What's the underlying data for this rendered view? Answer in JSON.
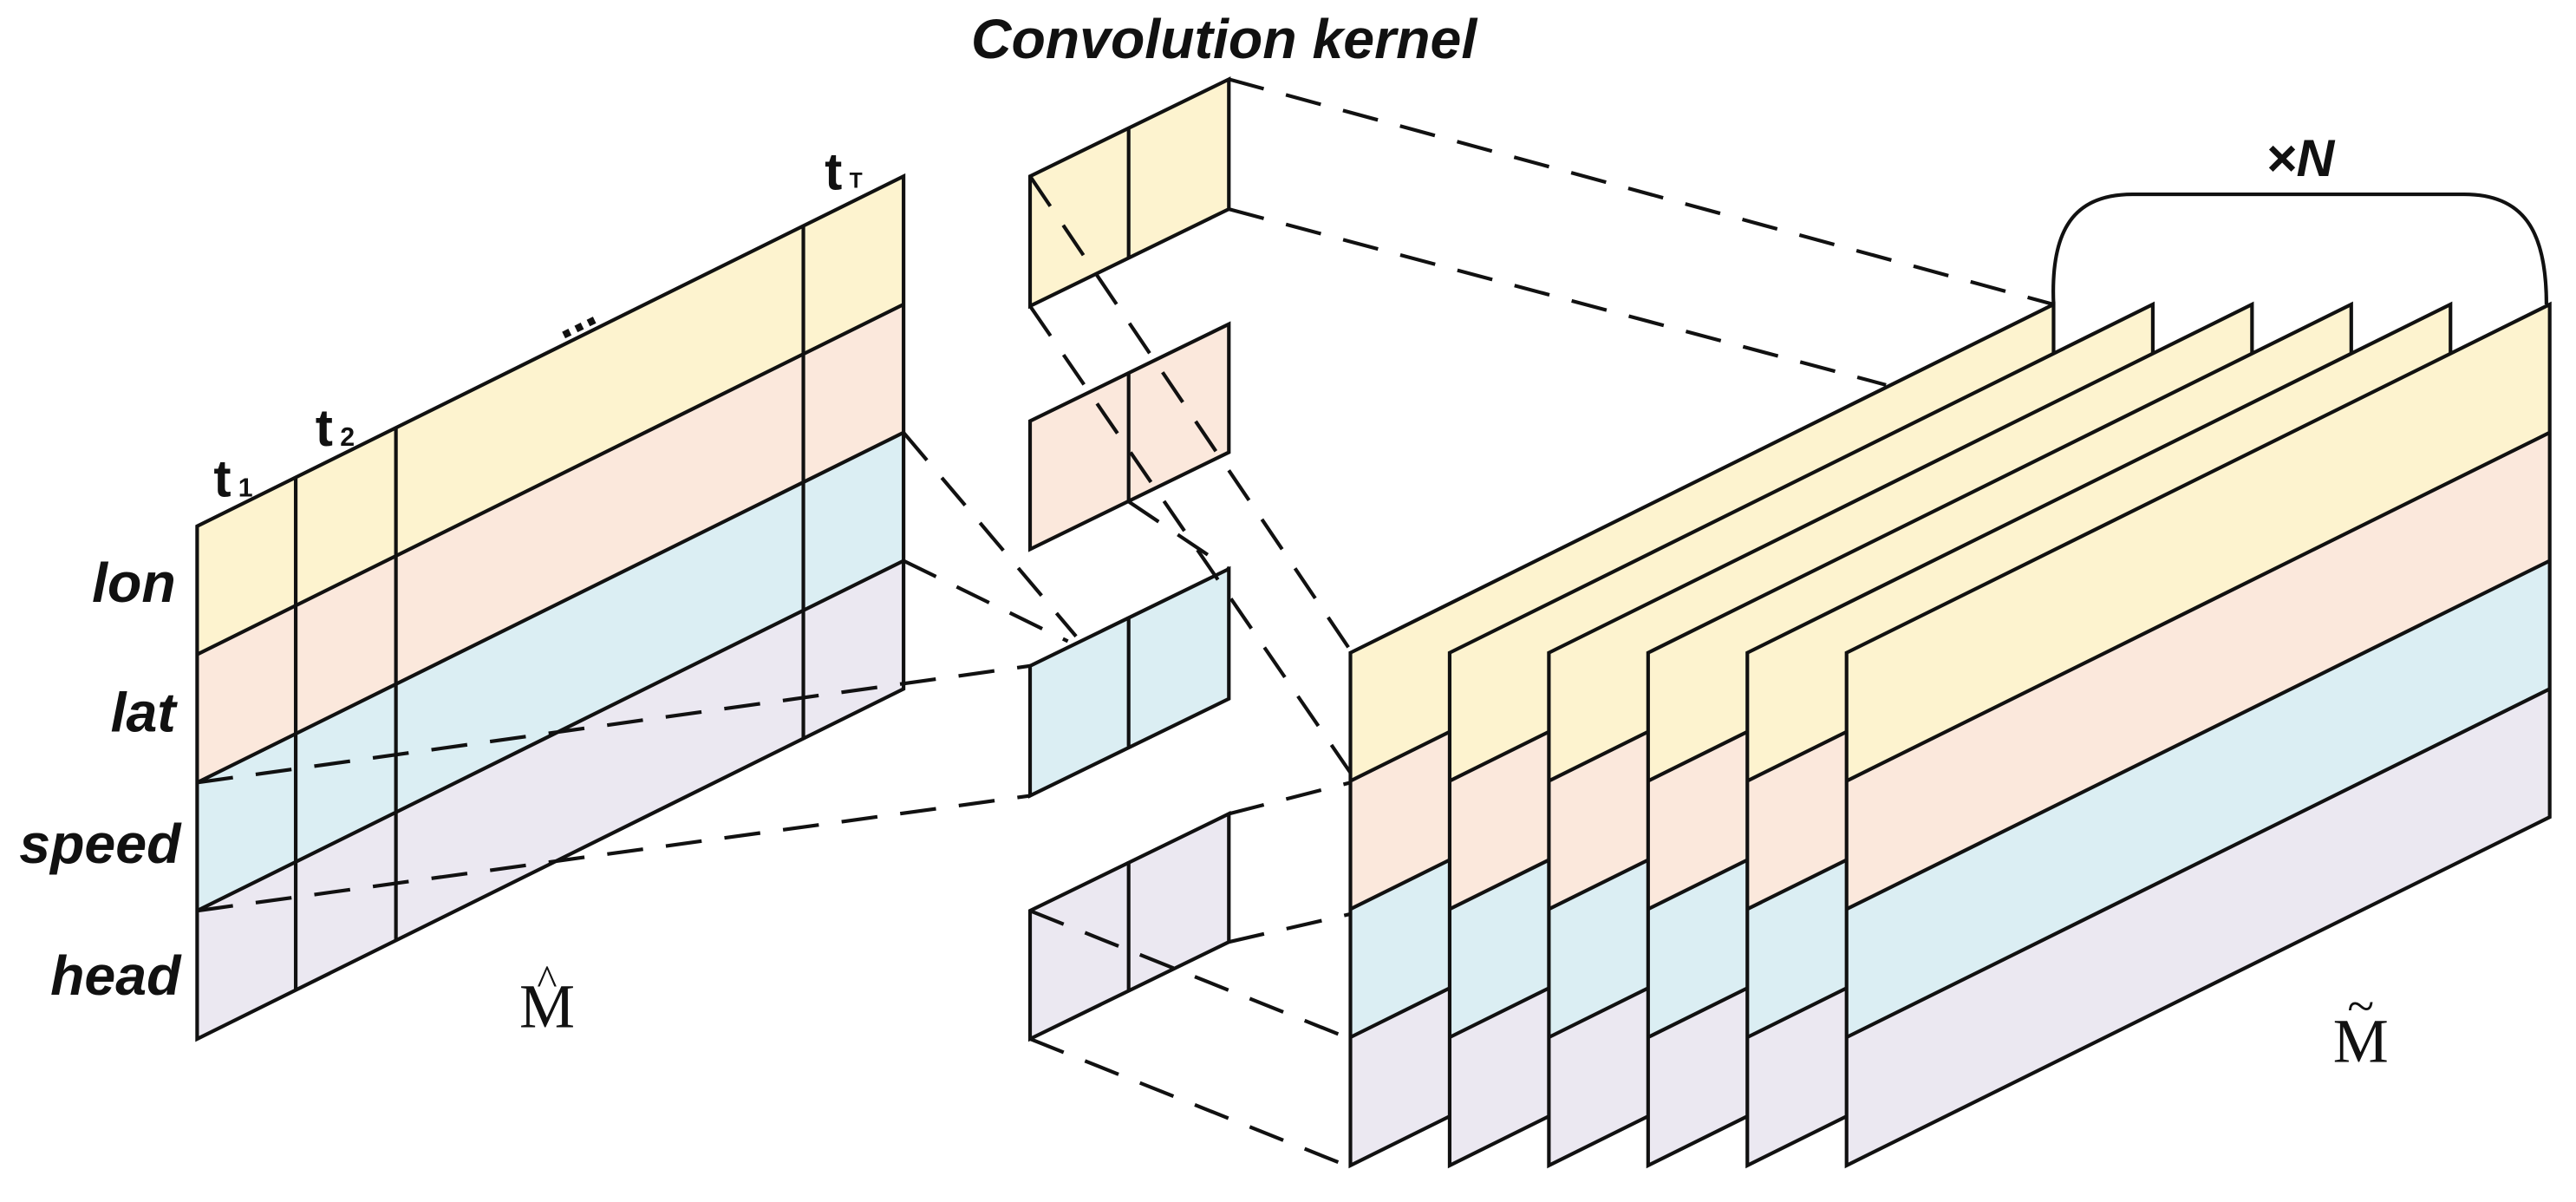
{
  "title": "Convolution kernel",
  "rows": [
    "lon",
    "lat",
    "speed",
    "head"
  ],
  "time_labels": {
    "t1": "t",
    "t1_sub": "1",
    "t2": "t",
    "t2_sub": "2",
    "ellipsis": "...",
    "tT": "t",
    "tT_sub": "T"
  },
  "repeat_label": "×N",
  "input_symbol": "M̂",
  "output_symbol": "M͂",
  "output_symbol_base": "M",
  "output_symbol_accent": "~",
  "input_symbol_base": "M",
  "input_symbol_accent": "^",
  "layer_count": 6,
  "colors": {
    "lon": "#fdf3cf",
    "lat": "#fbe8dc",
    "speed": "#dbeef3",
    "head": "#ebe8f1",
    "line": "#111111"
  }
}
